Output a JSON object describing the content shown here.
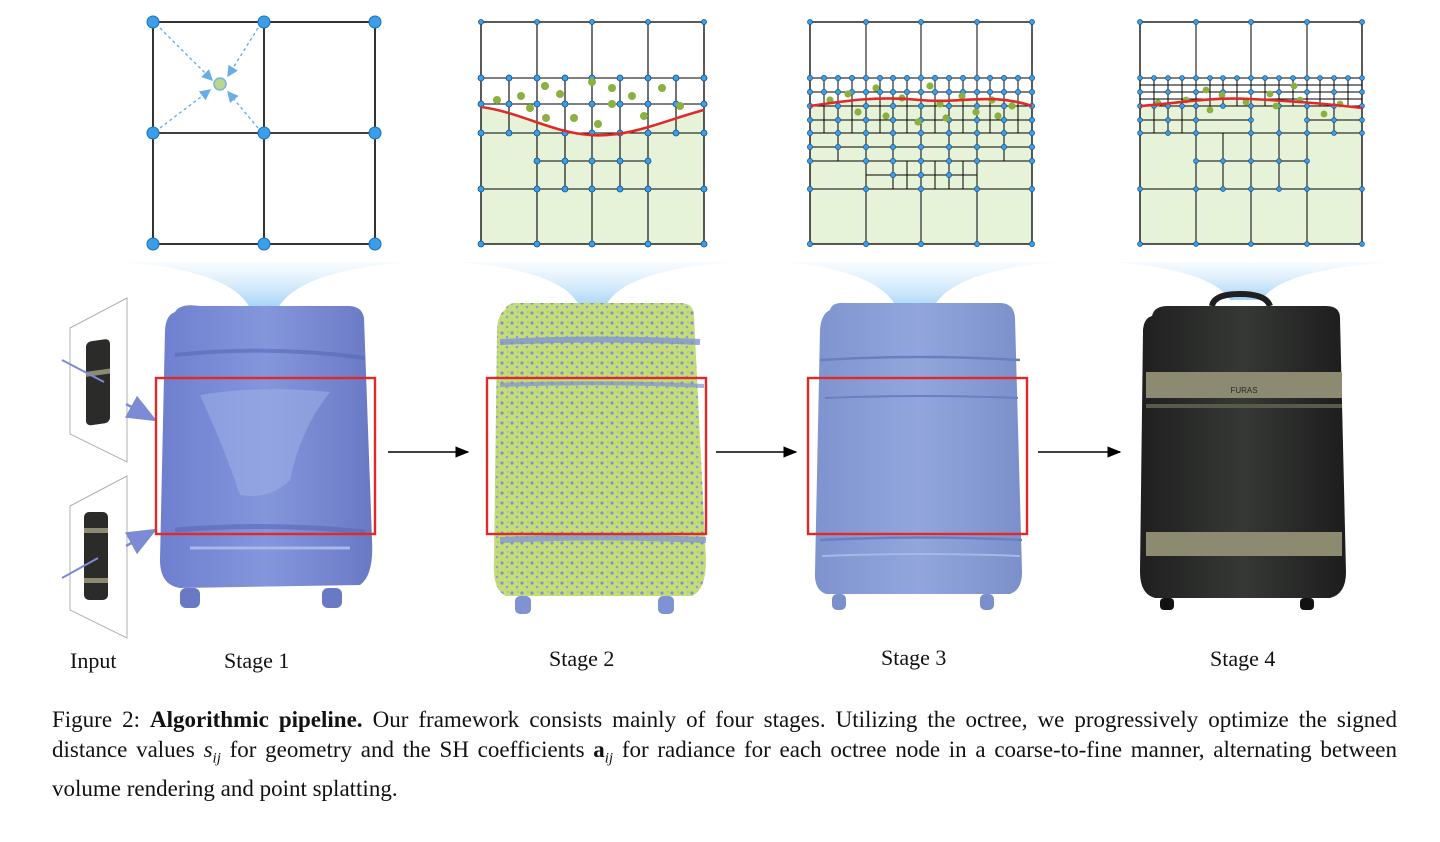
{
  "labels": {
    "input": "Input",
    "stage1": "Stage 1",
    "stage2": "Stage 2",
    "stage3": "Stage 3",
    "stage4": "Stage 4"
  },
  "caption": {
    "prefix": "Figure 2: ",
    "title": "Algorithmic pipeline.",
    "part1": " Our framework consists mainly of four stages. Utilizing the octree, we progressively optimize the signed distance values ",
    "var1": "s",
    "sub1": "ij",
    "part2": " for geometry and the SH coefficients ",
    "var2": "a",
    "sub2": "ij",
    "part3": " for radiance for each octree node in a coarse-to-fine manner, alternating between volume rendering and point splatting."
  },
  "colors": {
    "mesh_blue": "#7f8fd6",
    "mesh_blue_stage3": "#8aa0d8",
    "splat_green": "#c8e07a",
    "grid_fill": "#e6f3d8",
    "surface_red": "#e02a2a",
    "node_blue": "#3a9ee8",
    "point_olive": "#8ab040",
    "suitcase_dark": "#2a2b2a",
    "strap_tan": "#8c8a70"
  }
}
